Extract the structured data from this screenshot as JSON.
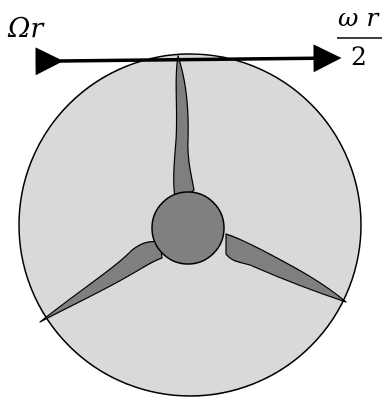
{
  "figure": {
    "labels": {
      "left_arrow_label": "Ωr",
      "right_arrow_numerator": "ω r",
      "right_arrow_denominator": "2"
    },
    "colors": {
      "disc_fill": "#d9d9d9",
      "blade_fill": "#7f7f7f",
      "hub_fill": "#808080",
      "stroke": "#000000",
      "background": "#ffffff"
    },
    "blade_count": 3
  }
}
